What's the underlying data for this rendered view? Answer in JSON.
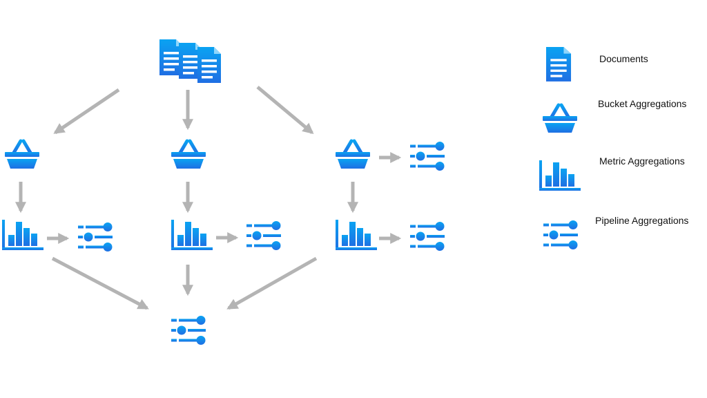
{
  "legend": {
    "documents": "Documents",
    "bucket": "Bucket Aggregations",
    "metric": "Metric Aggregations",
    "pipeline": "Pipeline Aggregations"
  },
  "icons": {
    "documents": "document-icon",
    "bucket": "basket-icon",
    "metric": "bar-chart-icon",
    "pipeline": "sliders-icon"
  },
  "colors": {
    "icon_top": "#0aa3f2",
    "icon_bottom": "#1f6fe3",
    "arrow": "#b4b4b4",
    "text": "#111111"
  }
}
